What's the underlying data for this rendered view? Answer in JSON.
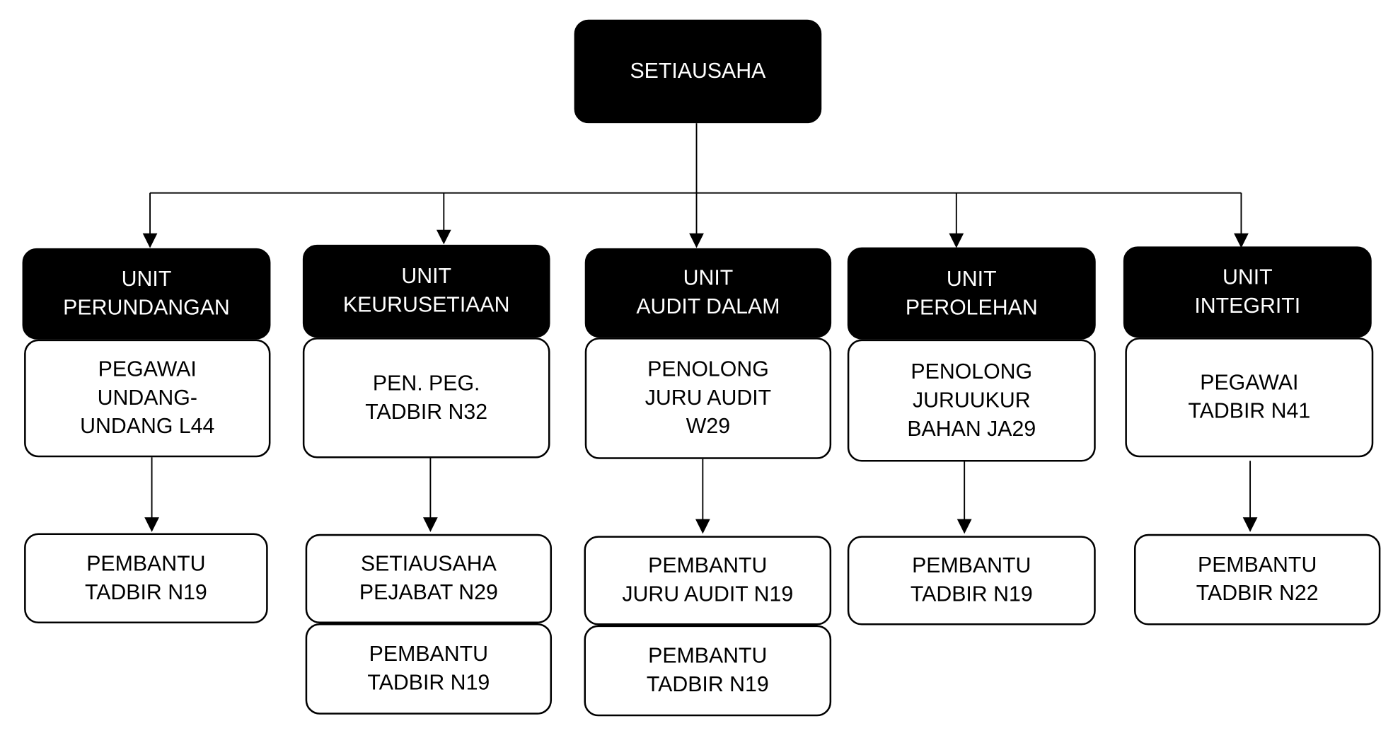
{
  "root": {
    "lines": [
      "SETIAUSAHA"
    ]
  },
  "units": [
    {
      "header": [
        "UNIT",
        "PERUNDANGAN"
      ],
      "head_post": [
        "PEGAWAI",
        "UNDANG-",
        "UNDANG L44"
      ],
      "staff": [
        [
          "PEMBANTU",
          "TADBIR N19"
        ]
      ]
    },
    {
      "header": [
        "UNIT",
        "KEURUSETIAAN"
      ],
      "head_post": [
        "PEN. PEG.",
        "TADBIR N32"
      ],
      "staff": [
        [
          "SETIAUSAHA",
          "PEJABAT N29"
        ],
        [
          "PEMBANTU",
          "TADBIR N19"
        ]
      ]
    },
    {
      "header": [
        "UNIT",
        "AUDIT DALAM"
      ],
      "head_post": [
        "PENOLONG",
        "JURU AUDIT",
        "W29"
      ],
      "staff": [
        [
          "PEMBANTU",
          "JURU AUDIT N19"
        ],
        [
          "PEMBANTU",
          "TADBIR N19"
        ]
      ]
    },
    {
      "header": [
        "UNIT",
        "PEROLEHAN"
      ],
      "head_post": [
        "PENOLONG",
        "JURUUKUR",
        "BAHAN JA29"
      ],
      "staff": [
        [
          "PEMBANTU",
          "TADBIR N19"
        ]
      ]
    },
    {
      "header": [
        "UNIT",
        "INTEGRITI"
      ],
      "head_post": [
        "PEGAWAI",
        "TADBIR N41"
      ],
      "staff": [
        [
          "PEMBANTU",
          "TADBIR N22"
        ]
      ]
    }
  ]
}
